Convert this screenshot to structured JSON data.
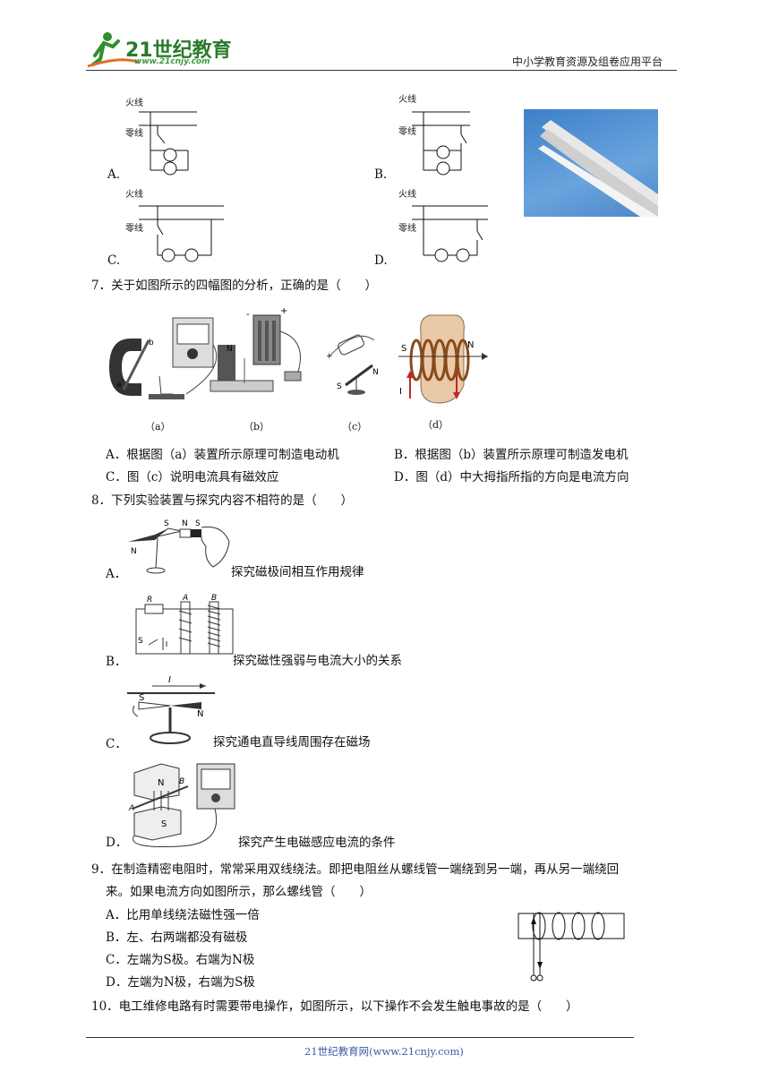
{
  "header": {
    "logo_text": "21世纪教育",
    "logo_url": "www.21cnjy.com",
    "right_text": "中小学教育资源及组卷应用平台"
  },
  "q6": {
    "labels": {
      "live": "火线",
      "neutral": "零线"
    },
    "options": [
      "A.",
      "B.",
      "C.",
      "D."
    ]
  },
  "q7": {
    "stem": "7．关于如图所示的四幅图的分析，正确的是（　　）",
    "captions": [
      "（a）",
      "（b）",
      "（c）",
      "（d）"
    ],
    "options": [
      "A．根据图（a）装置所示原理可制造电动机",
      "B．根据图（b）装置所示原理可制造发电机",
      "C．图（c）说明电流具有磁效应",
      "D．图（d）中大拇指所指的方向是电流方向"
    ]
  },
  "q8": {
    "stem": "8．下列实验装置与探究内容不相符的是（　　）",
    "options": [
      {
        "letter": "A．",
        "desc": "探究磁极间相互作用规律"
      },
      {
        "letter": "B．",
        "desc": "探究磁性强弱与电流大小的关系"
      },
      {
        "letter": "C．",
        "desc": "探究通电直导线周围存在磁场"
      },
      {
        "letter": "D．",
        "desc": "探究产生电磁感应电流的条件"
      }
    ]
  },
  "q9": {
    "stem_line1": "9．在制造精密电阻时，常常采用双线绕法。即把电阻丝从螺线管一端绕到另一端，再从另一端绕回",
    "stem_line2": "来。如果电流方向如图所示，那么螺线管（　　）",
    "options": [
      "A．比用单线绕法磁性强一倍",
      "B．左、右两端都没有磁极",
      "C．左端为S极。右端为N极",
      "D．左端为N极，右端为S极"
    ]
  },
  "q10": {
    "stem": "10．电工维修电路有时需要带电操作，如图所示，以下操作不会发生触电事故的是（　　）"
  },
  "footer": {
    "text": "21世纪教育网(www.21cnjy.com)"
  }
}
